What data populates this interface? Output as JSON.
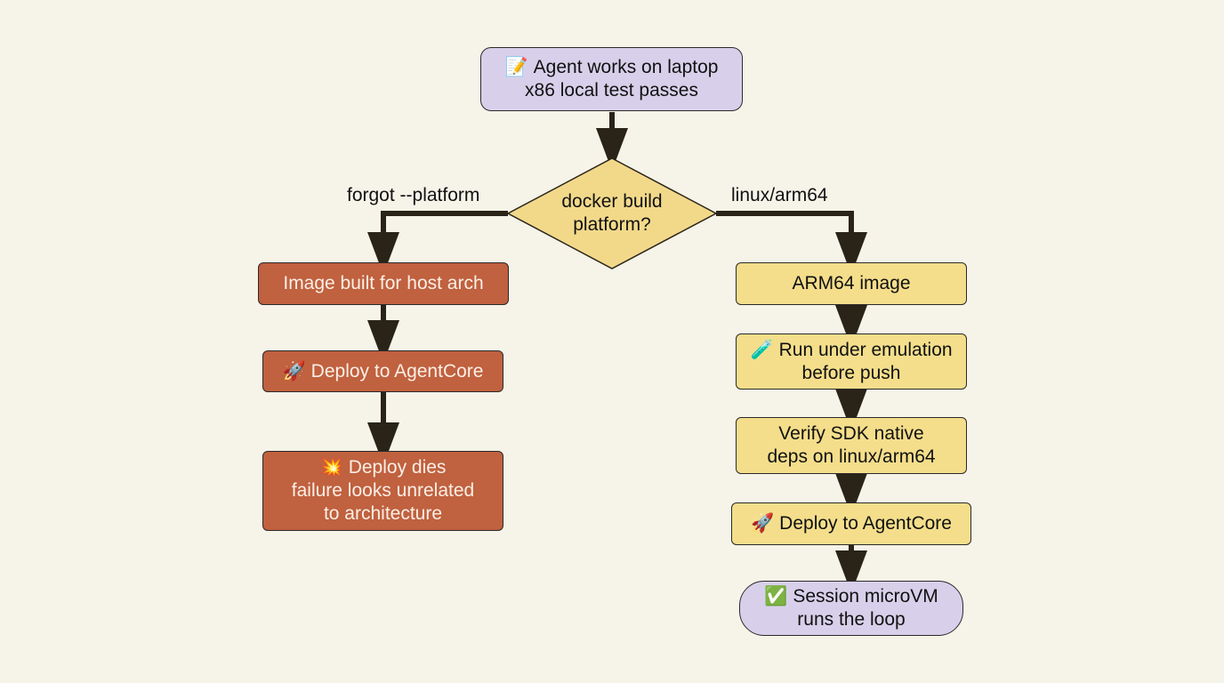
{
  "colors": {
    "background": "#f6f3e8",
    "start_end_fill": "#d8d0ea",
    "failure_fill": "#c0613f",
    "success_path_fill": "#f4de8b",
    "decision_fill": "#f2d98a",
    "connector": "#2a2318"
  },
  "nodes": {
    "start": {
      "emoji": "📝",
      "line1": "Agent works on laptop",
      "line2": "x86 local test passes"
    },
    "decision": {
      "line1": "docker build",
      "line2": "platform?"
    },
    "left": {
      "host_image": {
        "line1": "Image built for host arch"
      },
      "deploy": {
        "emoji": "🚀",
        "line1": "Deploy to AgentCore"
      },
      "failure": {
        "emoji": "💥",
        "line1": "Deploy dies",
        "line2": "failure looks unrelated",
        "line3": "to architecture"
      }
    },
    "right": {
      "arm_image": {
        "line1": "ARM64 image"
      },
      "emulation": {
        "emoji": "🧪",
        "line1": "Run under emulation",
        "line2": "before push"
      },
      "verify": {
        "line1": "Verify SDK native",
        "line2": "deps on linux/arm64"
      },
      "deploy": {
        "emoji": "🚀",
        "line1": "Deploy to AgentCore"
      },
      "success": {
        "emoji": "✅",
        "line1": "Session microVM",
        "line2": "runs the loop"
      }
    }
  },
  "edges": {
    "left_label": "forgot --platform",
    "right_label": "linux/arm64"
  }
}
